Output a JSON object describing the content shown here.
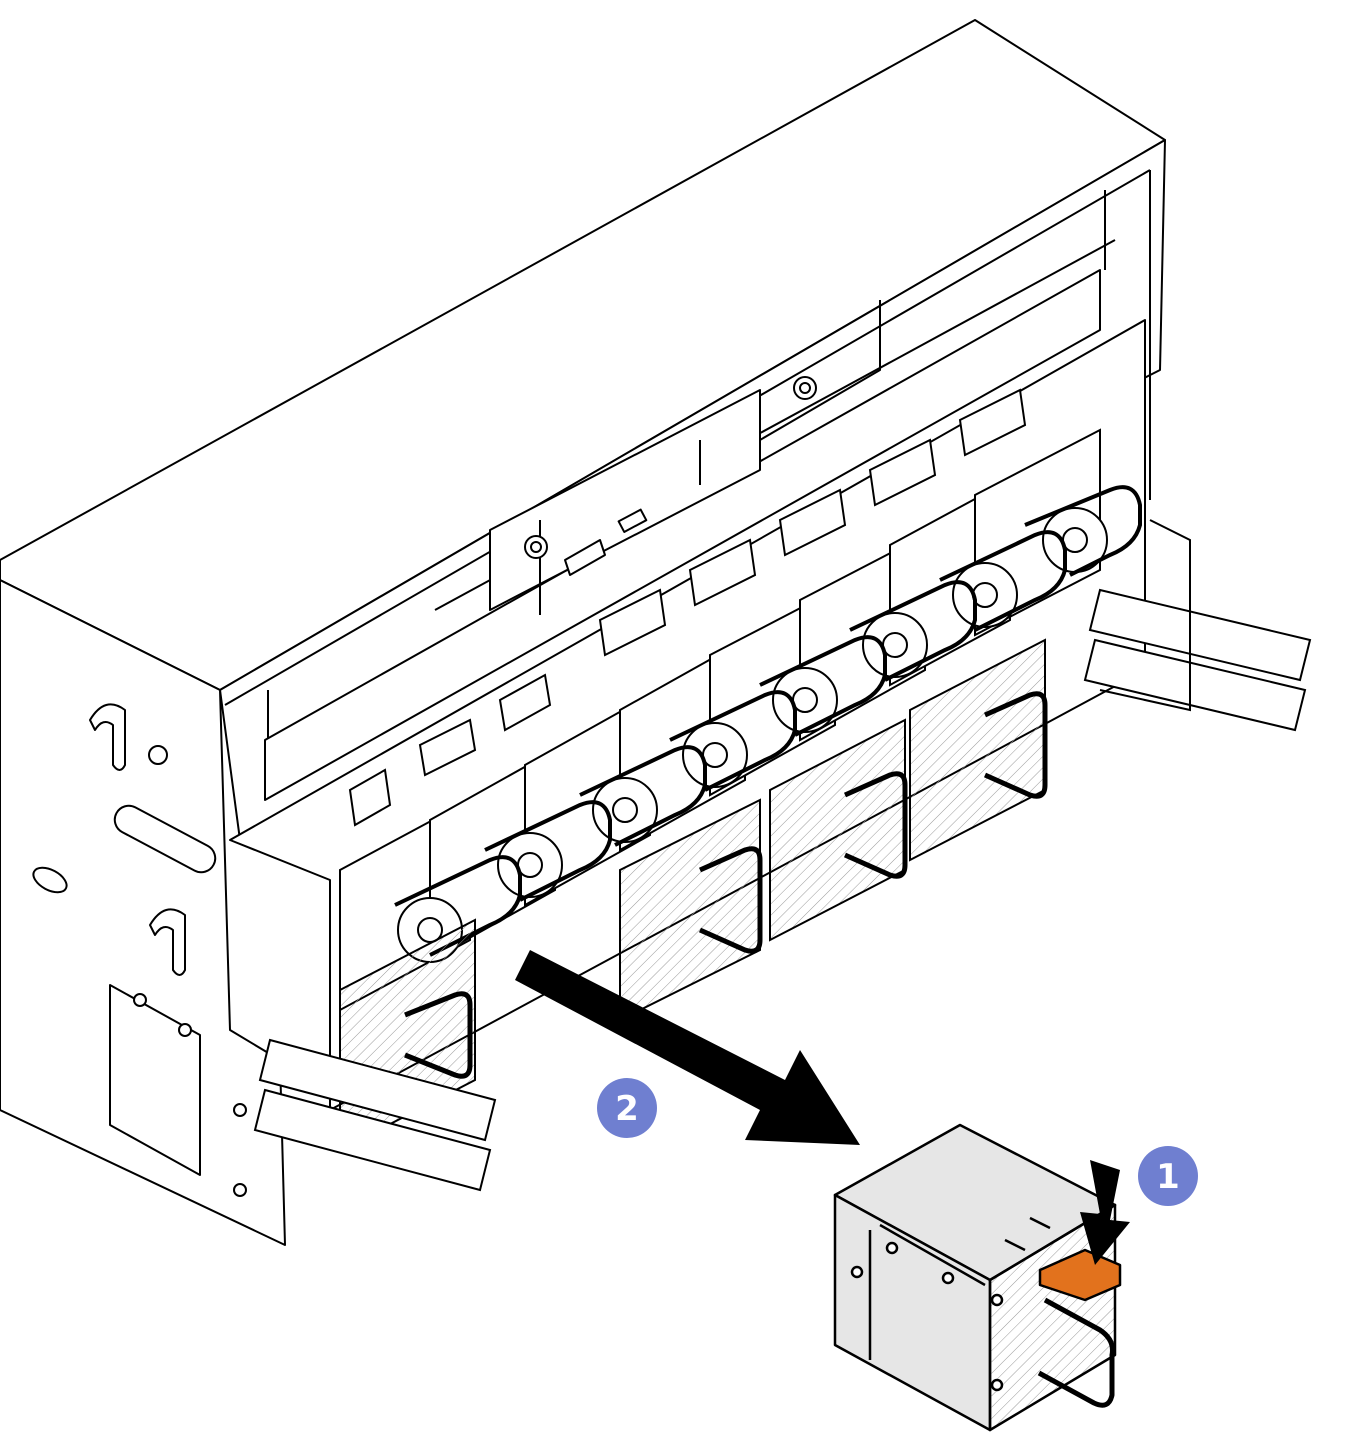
{
  "figure": {
    "subject": "server-power-supply-removal",
    "colors": {
      "line": "#000000",
      "chassis_fill": "#ffffff",
      "psu_fill": "#e6e6e6",
      "release_tab": "#e2721d",
      "callout": "#6f7fd0",
      "arrow": "#000000"
    }
  },
  "callouts": [
    {
      "id": "step-1",
      "label": "1"
    },
    {
      "id": "step-2",
      "label": "2"
    }
  ],
  "icons": {
    "step_1_arrow": "press-down-arrow-icon",
    "step_2_arrow": "pull-out-arrow-icon"
  }
}
